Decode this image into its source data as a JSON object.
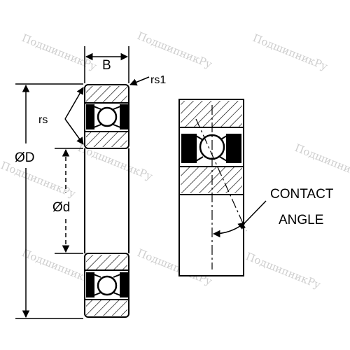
{
  "labels": {
    "width": "B",
    "corner_radius_outer": "rs1",
    "corner_radius_inner": "rs",
    "outer_diameter": "ØD",
    "bore_diameter": "Ød",
    "contact_angle_line1": "CONTACT",
    "contact_angle_line2": "ANGLE"
  },
  "watermark": "ПодшипникРу",
  "colors": {
    "line": "#000000",
    "watermark": "#cfcfcf",
    "background": "#ffffff"
  }
}
